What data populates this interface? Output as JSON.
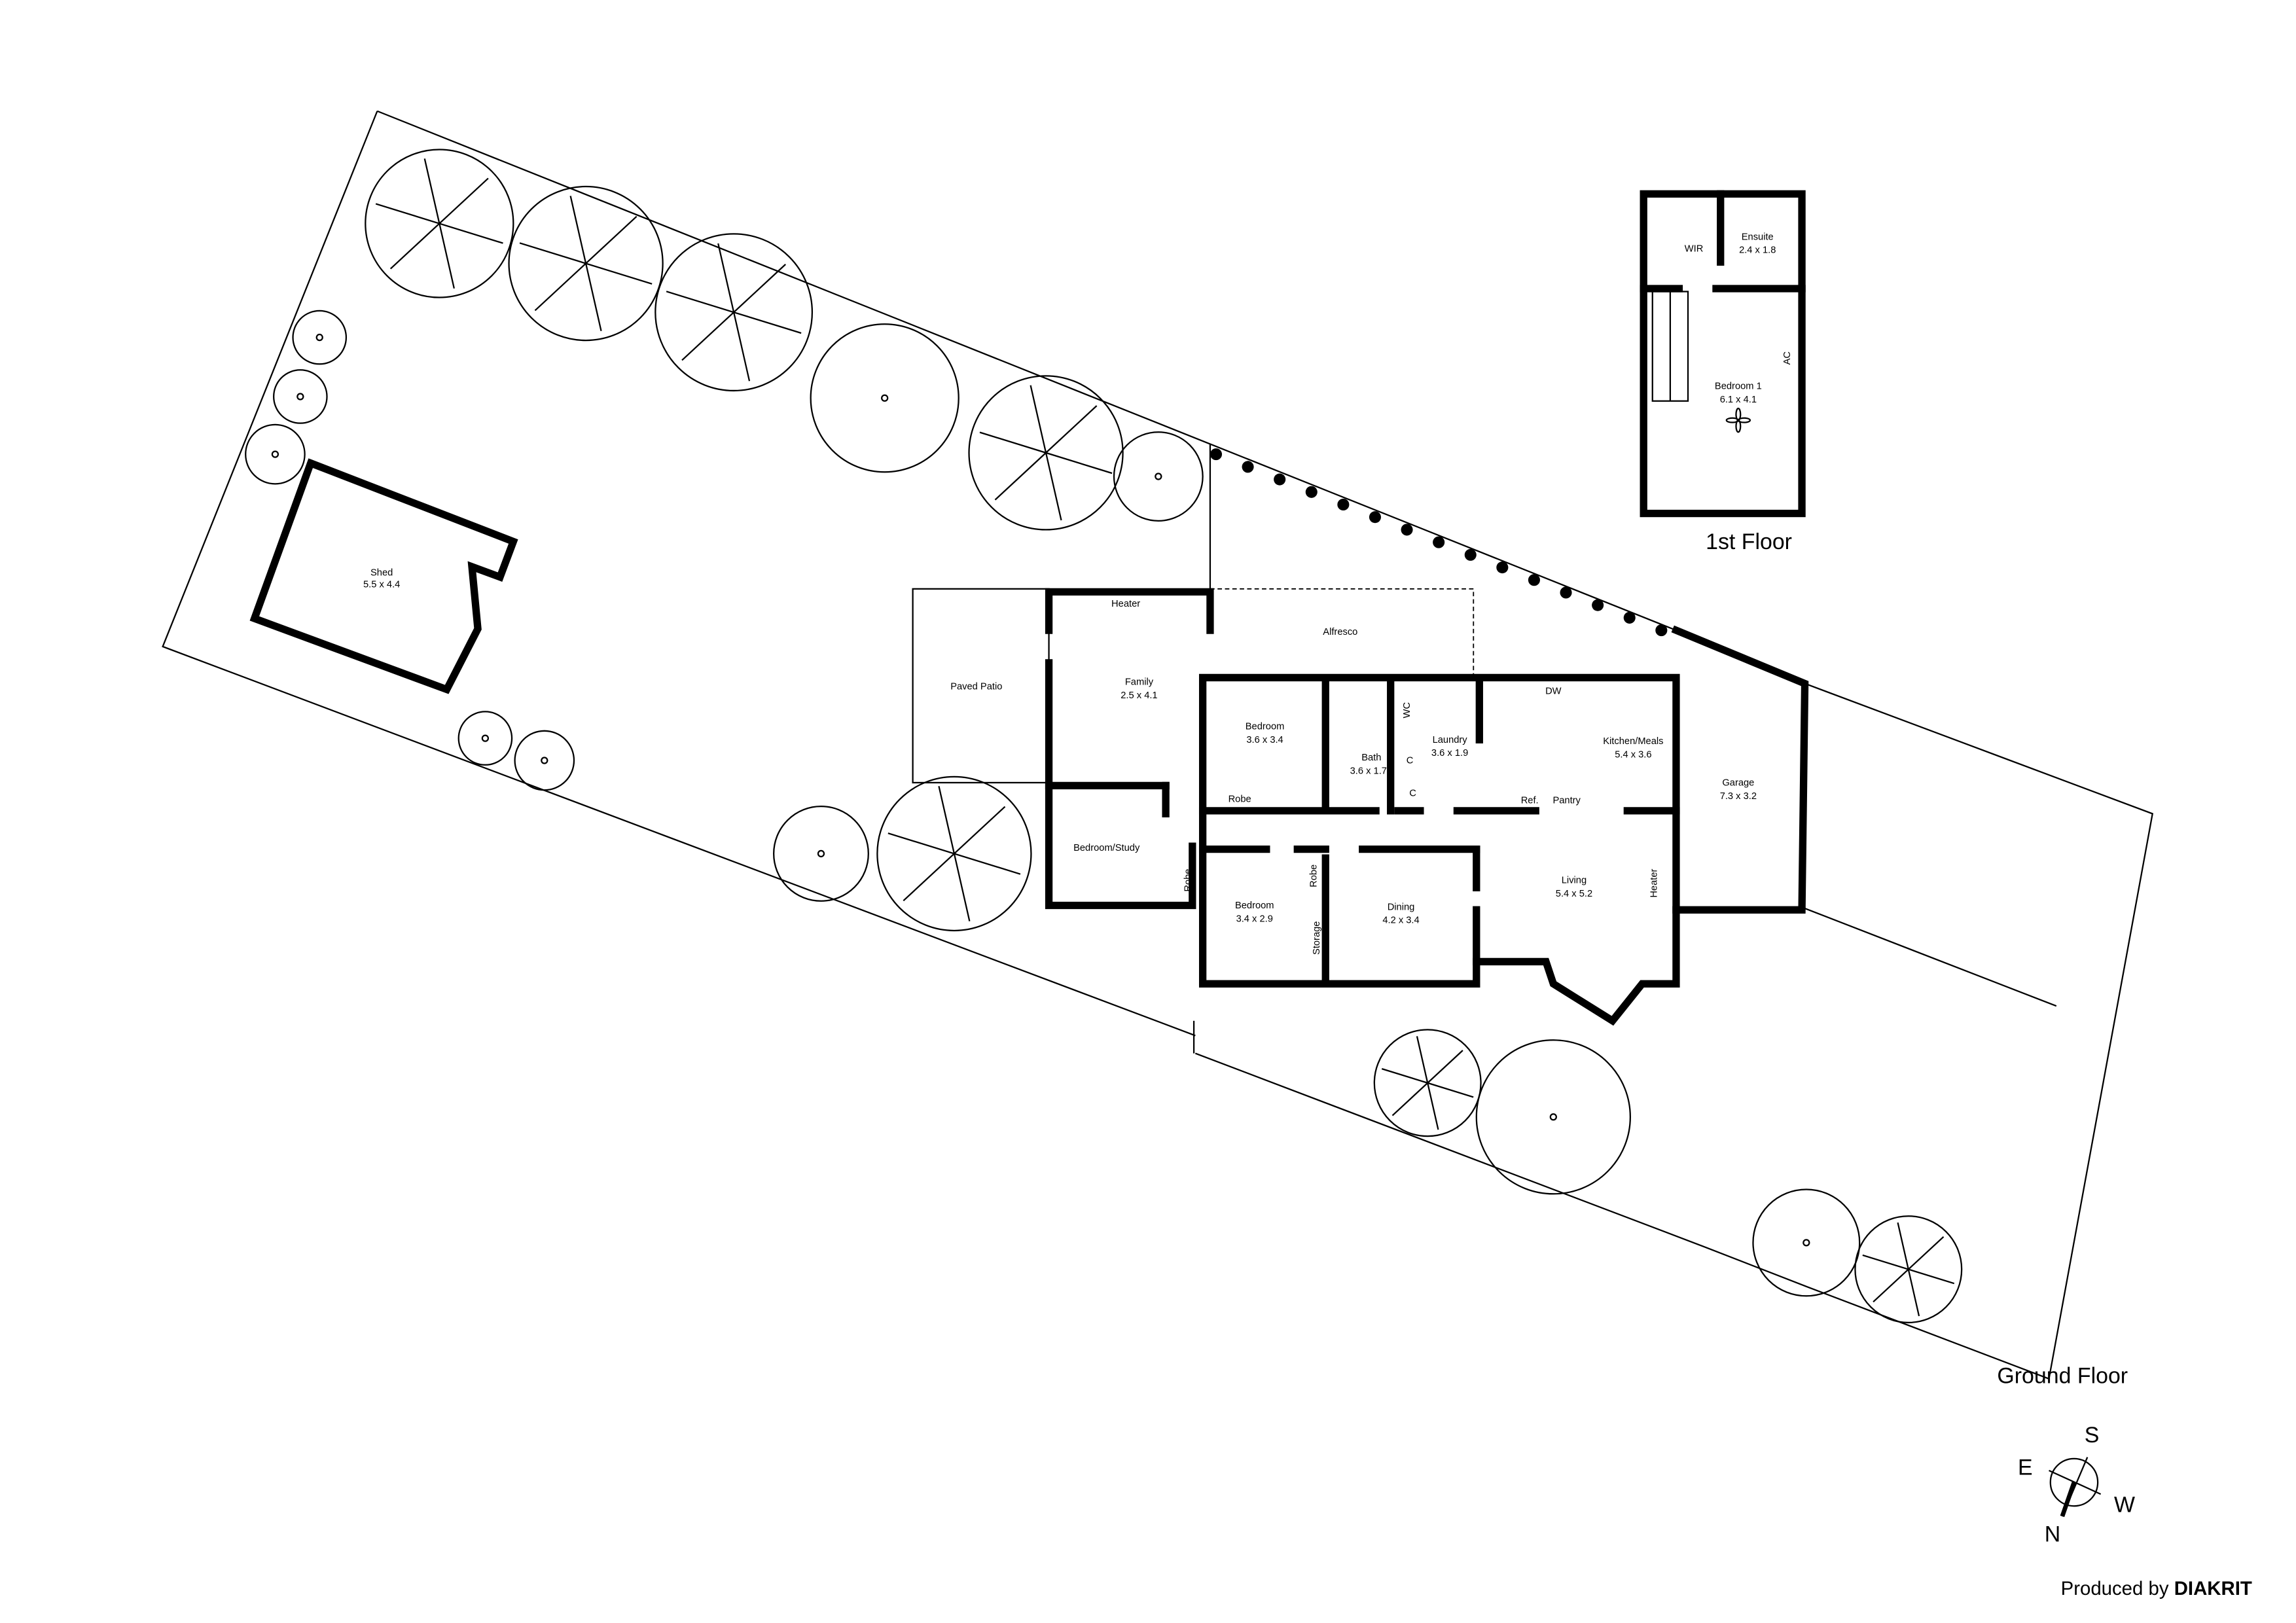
{
  "ground_floor": {
    "title": "Ground Floor",
    "rooms": {
      "shed": {
        "name": "Shed",
        "size": "5.5 x 4.4"
      },
      "paved_patio": {
        "name": "Paved Patio"
      },
      "family": {
        "name": "Family",
        "size": "2.5 x 4.1"
      },
      "heater_family": "Heater",
      "alfresco": {
        "name": "Alfresco"
      },
      "bedroom_a": {
        "name": "Bedroom",
        "size": "3.6 x 3.4"
      },
      "robe_a": "Robe",
      "bath": {
        "name": "Bath",
        "size": "3.6 x 1.7"
      },
      "wc": "WC",
      "cupboard_1": "C",
      "cupboard_2": "C",
      "laundry": {
        "name": "Laundry",
        "size": "3.6 x 1.9"
      },
      "kitchen": {
        "name": "Kitchen/Meals",
        "size": "5.4 x 3.6"
      },
      "dw": "DW",
      "ref": "Ref.",
      "pantry": "Pantry",
      "garage": {
        "name": "Garage",
        "size": "7.3 x 3.2"
      },
      "bedroom_study": {
        "name": "Bedroom/Study"
      },
      "robe_b": "Robe",
      "bedroom_b": {
        "name": "Bedroom",
        "size": "3.4 x 2.9"
      },
      "robe_c": "Robe",
      "storage": "Storage",
      "dining": {
        "name": "Dining",
        "size": "4.2 x 3.4"
      },
      "living": {
        "name": "Living",
        "size": "5.4 x 5.2"
      },
      "heater_living": "Heater"
    }
  },
  "first_floor": {
    "title": "1st Floor",
    "rooms": {
      "wir": "WIR",
      "ensuite": {
        "name": "Ensuite",
        "size": "2.4 x 1.8"
      },
      "bedroom1": {
        "name": "Bedroom 1",
        "size": "6.1 x 4.1"
      },
      "ac": "AC"
    }
  },
  "compass": {
    "s": "S",
    "e": "E",
    "w": "W",
    "n": "N"
  },
  "credit": {
    "prefix": "Produced by",
    "brand": "DIAKRIT"
  }
}
